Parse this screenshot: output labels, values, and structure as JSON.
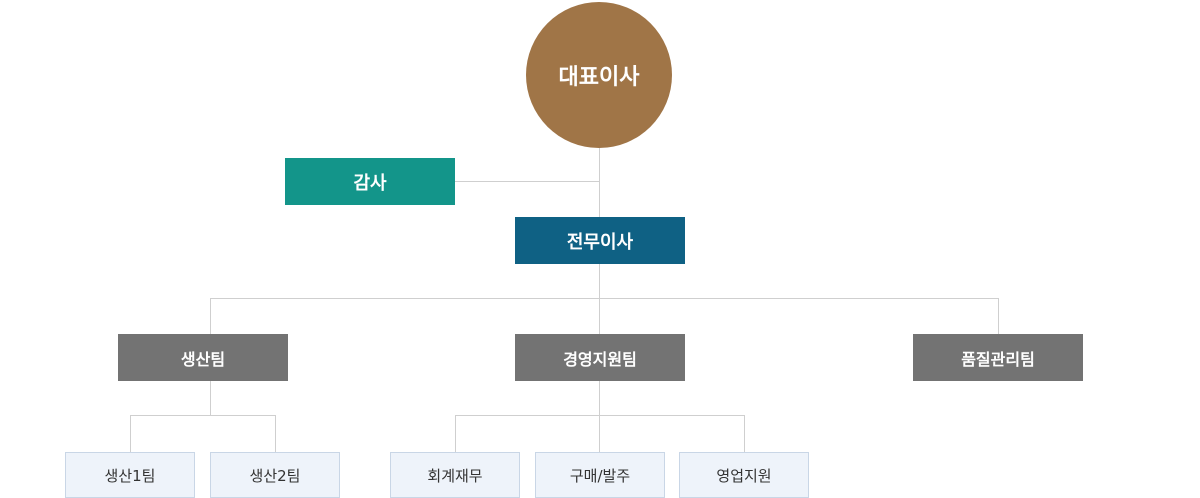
{
  "org": {
    "ceo": "대표이사",
    "audit": "감사",
    "director": "전무이사",
    "teams": {
      "production": "생산팀",
      "management": "경영지원팀",
      "quality": "품질관리팀"
    },
    "production_units": [
      "생산1팀",
      "생산2팀"
    ],
    "management_units": [
      "회계재무",
      "구매/발주",
      "영업지원"
    ]
  },
  "colors": {
    "ceo": "#a07547",
    "audit": "#13958a",
    "director": "#0f6184",
    "team": "#737373",
    "unit_bg": "#eef3fa",
    "connector": "#cfcfcf"
  }
}
